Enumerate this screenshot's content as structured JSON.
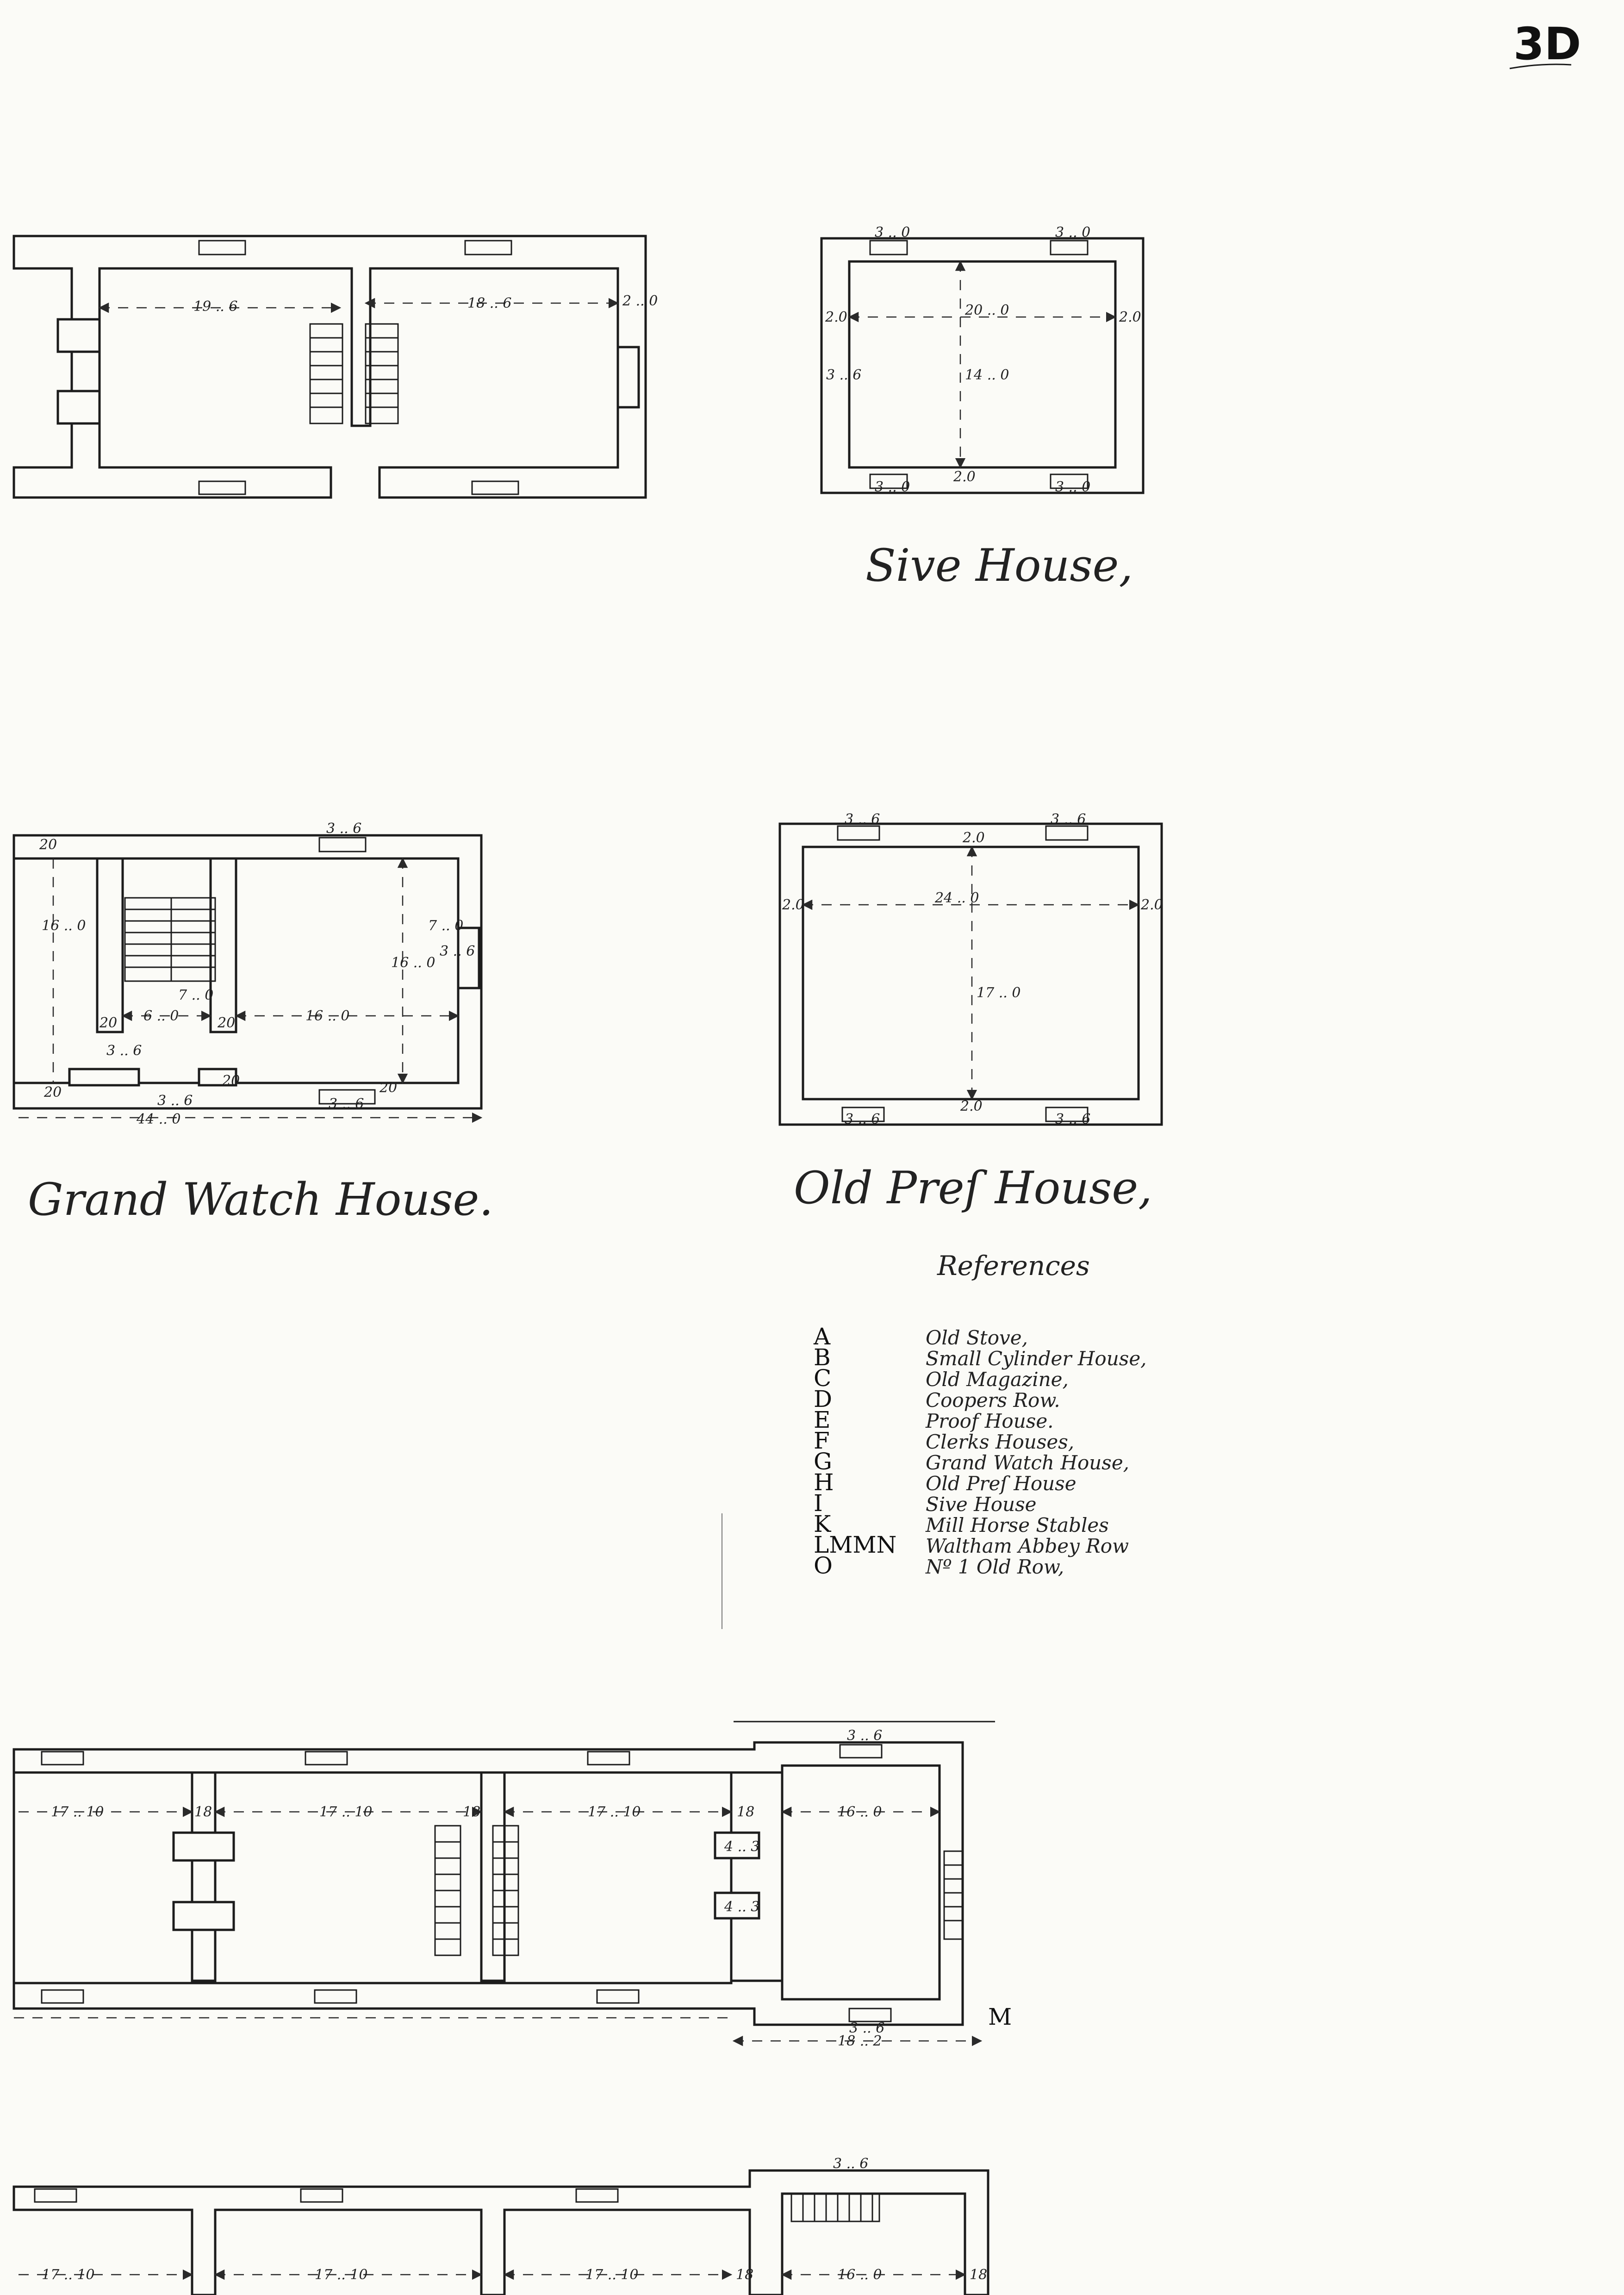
{
  "sheet": {
    "number": "3D",
    "colors": {
      "paper": "#fbfbf7",
      "ink": "#1c1c1c"
    }
  },
  "plans": {
    "top_left": {
      "dims": [
        "19 .. 6",
        "18 .. 6",
        "2 .. 0"
      ]
    },
    "sive_house": {
      "title": "Sive House,",
      "dims": [
        "3 .. 0",
        "3 .. 0",
        "20 .. 0",
        "2.0",
        "2.0",
        "14 .. 0",
        "3 .. 6",
        "3 .. 0",
        "3 .. 0",
        "2.0"
      ]
    },
    "grand_watch_house": {
      "title": "Grand Watch House.",
      "dims": [
        "3 .. 6",
        "20",
        "16 .. 0",
        "16 .. 0",
        "7 .. 0",
        "3 .. 6",
        "20",
        "20",
        "6 .. 0",
        "7 .. 0",
        "3 .. 6",
        "16 .. 0",
        "20",
        "3 .. 6",
        "3 .. 6",
        "20",
        "44 .. 0",
        "20"
      ]
    },
    "old_press_house": {
      "title": "Old Preſ House,",
      "dims": [
        "3 .. 6",
        "2.0",
        "3 .. 6",
        "24 .. 0",
        "2.0",
        "2.0",
        "17 .. 0",
        "3 .. 6",
        "2.0",
        "3 .. 6"
      ]
    },
    "lower_row": {
      "marker": "M",
      "dims": [
        "17 .. 10",
        "18",
        "17 .. 10",
        "18",
        "17 .. 10",
        "18",
        "16 .. 0",
        "4 .. 3",
        "4 .. 3",
        "3 .. 6",
        "3 .. 6",
        "18 .. 2"
      ]
    },
    "bottom_row": {
      "dims": [
        "17 .. 10",
        "17 .. 10",
        "17 .. 10",
        "18",
        "16 .. 0",
        "18",
        "3 .. 6"
      ]
    }
  },
  "references": {
    "title": "References",
    "letters": [
      "A",
      "B",
      "C",
      "D",
      "E",
      "F",
      "G",
      "H",
      "I",
      "K",
      "LMMN",
      "O"
    ],
    "items": [
      "Old Stove,",
      "Small Cylinder House,",
      "Old Magazine,",
      "Coopers Row.",
      "Proof House.",
      "Clerks Houses,",
      "Grand Watch House,",
      "Old Preſ House",
      "Sive House",
      "Mill Horse Stables",
      "Waltham Abbey Row",
      "Nº 1 Old Row,"
    ]
  }
}
